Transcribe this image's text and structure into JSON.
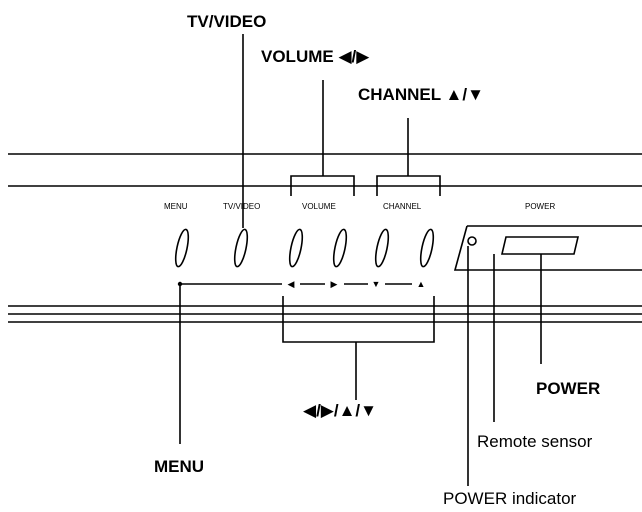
{
  "callouts": {
    "tv_video": "TV/VIDEO",
    "volume": "VOLUME ◀/▶",
    "channel": "CHANNEL ▲/▼",
    "arrows": "◀/▶/▲/▼",
    "menu": "MENU",
    "power": "POWER",
    "remote_sensor": "Remote sensor",
    "power_indicator": "POWER indicator"
  },
  "panel_labels": {
    "menu": "MENU",
    "tv_video": "TV/VIDEO",
    "volume": "VOLUME",
    "channel": "CHANNEL",
    "power": "POWER"
  },
  "button_symbols": {
    "volume_down": "◀",
    "volume_up": "▶",
    "channel_down": "▼",
    "channel_up": "▲"
  }
}
